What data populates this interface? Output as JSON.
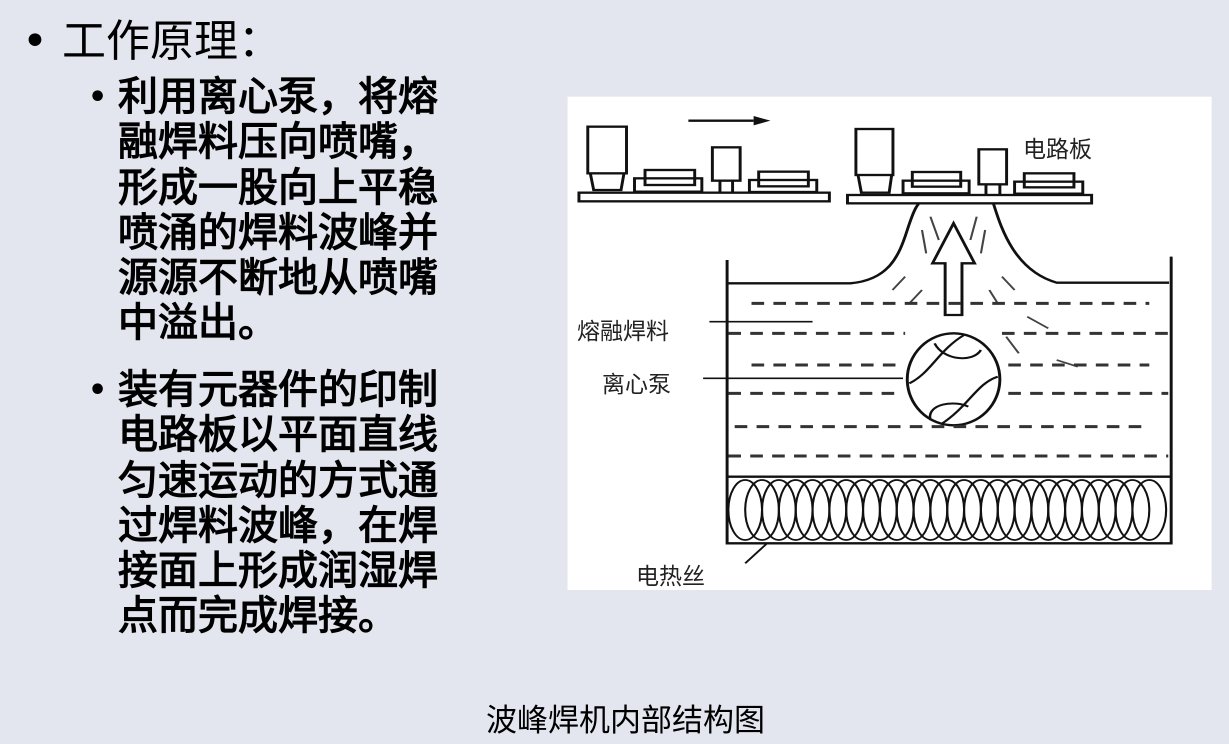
{
  "title": {
    "bullet": "•",
    "text": "工作原理："
  },
  "points": [
    {
      "bullet": "•",
      "lines": [
        "利用离心泵，将熔",
        "融焊料压向喷嘴，",
        "形成一股向上平稳",
        "喷涌的焊料波峰并",
        "源源不断地从喷嘴",
        "中溢出。"
      ]
    },
    {
      "bullet": "•",
      "lines": [
        "装有元器件的印制",
        "电路板以平面直线",
        "匀速运动的方式通",
        "过焊料波峰，在焊",
        "接面上形成润湿焊",
        "点而完成焊接。"
      ]
    }
  ],
  "figure": {
    "labels": {
      "board": "电路板",
      "molten_solder": "熔融焊料",
      "pump": "离心泵",
      "heater": "电热丝"
    },
    "caption": "波峰焊机内部结构图"
  }
}
